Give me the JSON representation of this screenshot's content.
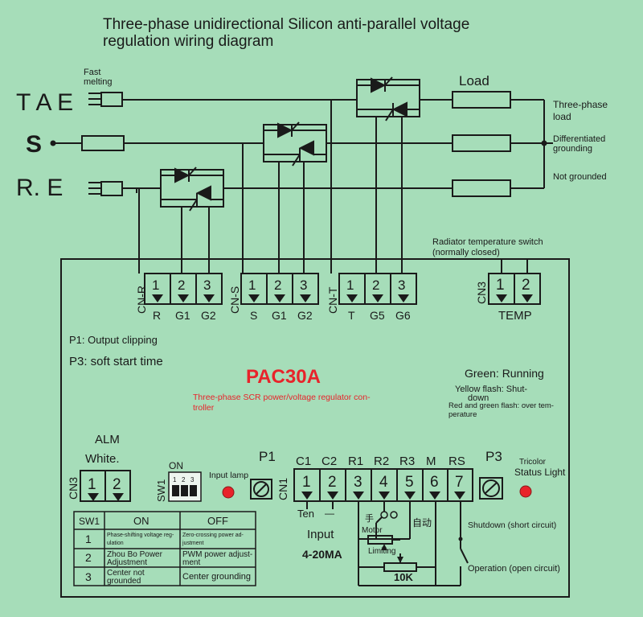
{
  "title": {
    "line1": "Three-phase unidirectional Silicon anti-parallel voltage",
    "line2": "regulation wiring diagram"
  },
  "phases": {
    "t": "T A E",
    "s": "S",
    "r": "R. E",
    "fuse_label_1": "Fast",
    "fuse_label_2": "melting"
  },
  "load": {
    "label": "Load",
    "three_phase_1": "Three-phase",
    "three_phase_2": "load",
    "diff_1": "Differentiated",
    "diff_2": "grounding",
    "not_grounded": "Not grounded"
  },
  "radiator": {
    "line1": "Radiator temperature switch",
    "line2": "(normally closed)"
  },
  "connectors": {
    "cnr": {
      "name": "CN-R",
      "pins": [
        "1",
        "2",
        "3"
      ],
      "labels": [
        "R",
        "G1",
        "G2"
      ]
    },
    "cns": {
      "name": "CN-S",
      "pins": [
        "1",
        "2",
        "3"
      ],
      "labels": [
        "S",
        "G1",
        "G2"
      ]
    },
    "cnt": {
      "name": "CN-T",
      "pins": [
        "1",
        "2",
        "3"
      ],
      "labels": [
        "T",
        "G5",
        "G6"
      ]
    },
    "cn3temp": {
      "name": "CN3",
      "pins": [
        "1",
        "2"
      ],
      "label": "TEMP"
    },
    "cn3alm": {
      "name": "CN3",
      "pins": [
        "1",
        "2"
      ]
    },
    "cn1": {
      "name": "CN1",
      "labels": [
        "C1",
        "C2",
        "R1",
        "R2",
        "R3",
        "M",
        "RS"
      ],
      "pins": [
        "1",
        "2",
        "3",
        "4",
        "5",
        "6",
        "7"
      ]
    }
  },
  "notes": {
    "p1": "P1: Output clipping",
    "p3": "P3: soft start time"
  },
  "model": {
    "name": "PAC30A",
    "desc_1": "Three-phase SCR power/voltage regulator con-",
    "desc_2": "troller"
  },
  "status": {
    "green": "Green: Running",
    "yellow_1": "Yellow flash: Shut-",
    "yellow_2": "down",
    "red_1": "Red and green flash: over tem-",
    "red_2": "perature"
  },
  "alm": {
    "label": "ALM",
    "white": "White."
  },
  "sw1": {
    "name": "SW1",
    "on": "ON",
    "dip_nums": [
      "1",
      "2",
      "3"
    ],
    "table": {
      "headers": [
        "SW1",
        "ON",
        "OFF"
      ],
      "rows": [
        {
          "num": "1",
          "on": "Phase-shifting voltage reg-",
          "on2": "ulation",
          "off": "Zero-crossing power ad-",
          "off2": "justment"
        },
        {
          "num": "2",
          "on": "Zhou Bo Power",
          "on2": "Adjustment",
          "off": "PWM power adjust-",
          "off2": "ment"
        },
        {
          "num": "3",
          "on": "Center not",
          "on2": "grounded",
          "off": "Center grounding",
          "off2": ""
        }
      ]
    }
  },
  "input_lamp": "Input lamp",
  "p1_label": "P1",
  "p3_label": "P3",
  "tricolor": "Tricolor",
  "status_light": "Status Light",
  "input": {
    "ten": "Ten",
    "minus": "—",
    "input": "Input",
    "range": "4-20MA"
  },
  "pot": {
    "manual": "手",
    "auto": "自动",
    "motor": "Motor",
    "limiting": "Limiting",
    "value": "10K"
  },
  "switch": {
    "shutdown": "Shutdown (short circuit)",
    "operation": "Operation (open circuit)"
  },
  "colors": {
    "background": "#a6ddb9",
    "line": "#1a1a1a",
    "accent": "#e8232a"
  }
}
